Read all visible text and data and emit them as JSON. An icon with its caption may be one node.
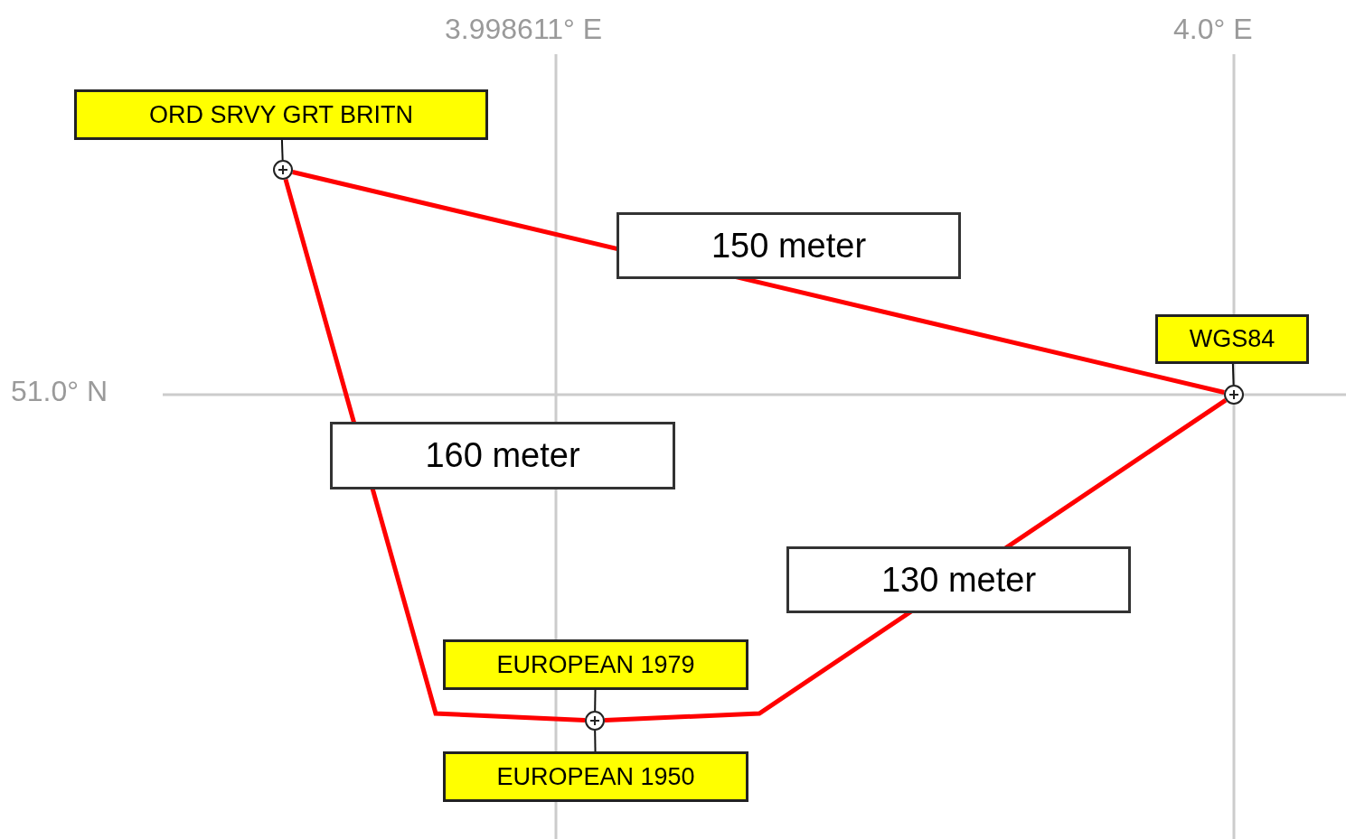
{
  "diagram": {
    "nodes": [
      {
        "text": [
          "ORD SRVY GRT BRITN"
        ]
      },
      {
        "text": [],
        "shape": "circle"
      },
      {
        "text": [
          "WGS84"
        ]
      },
      {
        "text": [],
        "shape": "circle"
      },
      {
        "text": [
          "EUROPEAN 1979"
        ]
      },
      {
        "text": [],
        "shape": "circle"
      },
      {
        "text": [
          "EUROPEAN 1950"
        ]
      }
    ],
    "edges": [
      {
        "from": 0,
        "to": 1,
        "arrow": "none"
      },
      {
        "from": 2,
        "to": 3,
        "arrow": "none"
      },
      {
        "from": 4,
        "to": 5,
        "arrow": "none"
      },
      {
        "from": 6,
        "to": 5,
        "arrow": "none"
      },
      {
        "from": 1,
        "to": 3,
        "arrow": "none",
        "label": "150 meter",
        "style": "thick",
        "color": "#ff0000"
      },
      {
        "from": 1,
        "to": 5,
        "arrow": "none",
        "label": "160 meter",
        "style": "thick",
        "color": "#ff0000"
      },
      {
        "from": 3,
        "to": 5,
        "arrow": "none",
        "label": "130 meter",
        "style": "thick",
        "color": "#ff0000"
      }
    ],
    "labels": [
      "3.998611° E",
      "4.0° E",
      "51.0° N"
    ]
  }
}
